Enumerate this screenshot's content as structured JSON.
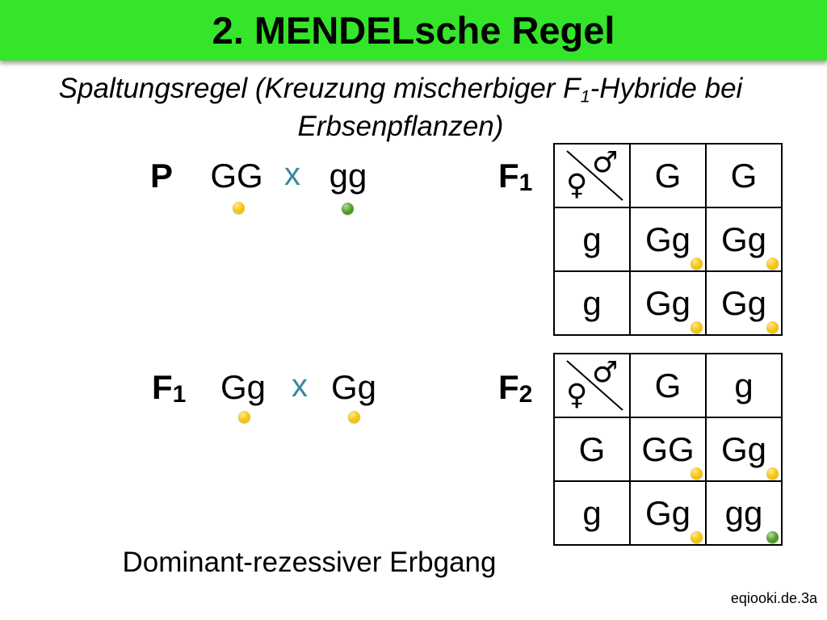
{
  "header": {
    "title": "2. MENDELsche Regel"
  },
  "subtitle": {
    "line1_before": "Spaltungsregel (Kreuzung mischerbiger F",
    "line1_sub": "1",
    "line1_after": "-Hybride bei",
    "line2": "Erbsenpflanzen)"
  },
  "crosses": [
    {
      "generation": "P",
      "generation_sub": "",
      "parent_a": {
        "genotype": "GG",
        "dot": "#f6c400"
      },
      "operator": "x",
      "parent_b": {
        "genotype": "gg",
        "dot": "#4b9c21"
      }
    },
    {
      "generation": "F",
      "generation_sub": "1",
      "parent_a": {
        "genotype": "Gg",
        "dot": "#f6c400"
      },
      "operator": "x",
      "parent_b": {
        "genotype": "Gg",
        "dot": "#f6c400"
      }
    }
  ],
  "punnett_squares": [
    {
      "generation": "F",
      "generation_sub": "1",
      "corner": {
        "male_symbol": "♂",
        "female_symbol": "♀"
      },
      "column_gametes": [
        "G",
        "G"
      ],
      "rows": [
        {
          "gamete": "g",
          "cells": [
            {
              "genotype": "Gg",
              "dot": "#f6c400"
            },
            {
              "genotype": "Gg",
              "dot": "#f6c400"
            }
          ]
        },
        {
          "gamete": "g",
          "cells": [
            {
              "genotype": "Gg",
              "dot": "#f6c400"
            },
            {
              "genotype": "Gg",
              "dot": "#f6c400"
            }
          ]
        }
      ]
    },
    {
      "generation": "F",
      "generation_sub": "2",
      "corner": {
        "male_symbol": "♂",
        "female_symbol": "♀"
      },
      "column_gametes": [
        "G",
        "g"
      ],
      "rows": [
        {
          "gamete": "G",
          "cells": [
            {
              "genotype": "GG",
              "dot": "#f6c400"
            },
            {
              "genotype": "Gg",
              "dot": "#f6c400"
            }
          ]
        },
        {
          "gamete": "g",
          "cells": [
            {
              "genotype": "Gg",
              "dot": "#f6c400"
            },
            {
              "genotype": "gg",
              "dot": "#4b9c21"
            }
          ]
        }
      ]
    }
  ],
  "caption": "Dominant-rezessiver Erbgang",
  "source": "eqiooki.de.3a",
  "colors": {
    "header_bg": "#35e52a",
    "operator": "#3a87a3"
  }
}
